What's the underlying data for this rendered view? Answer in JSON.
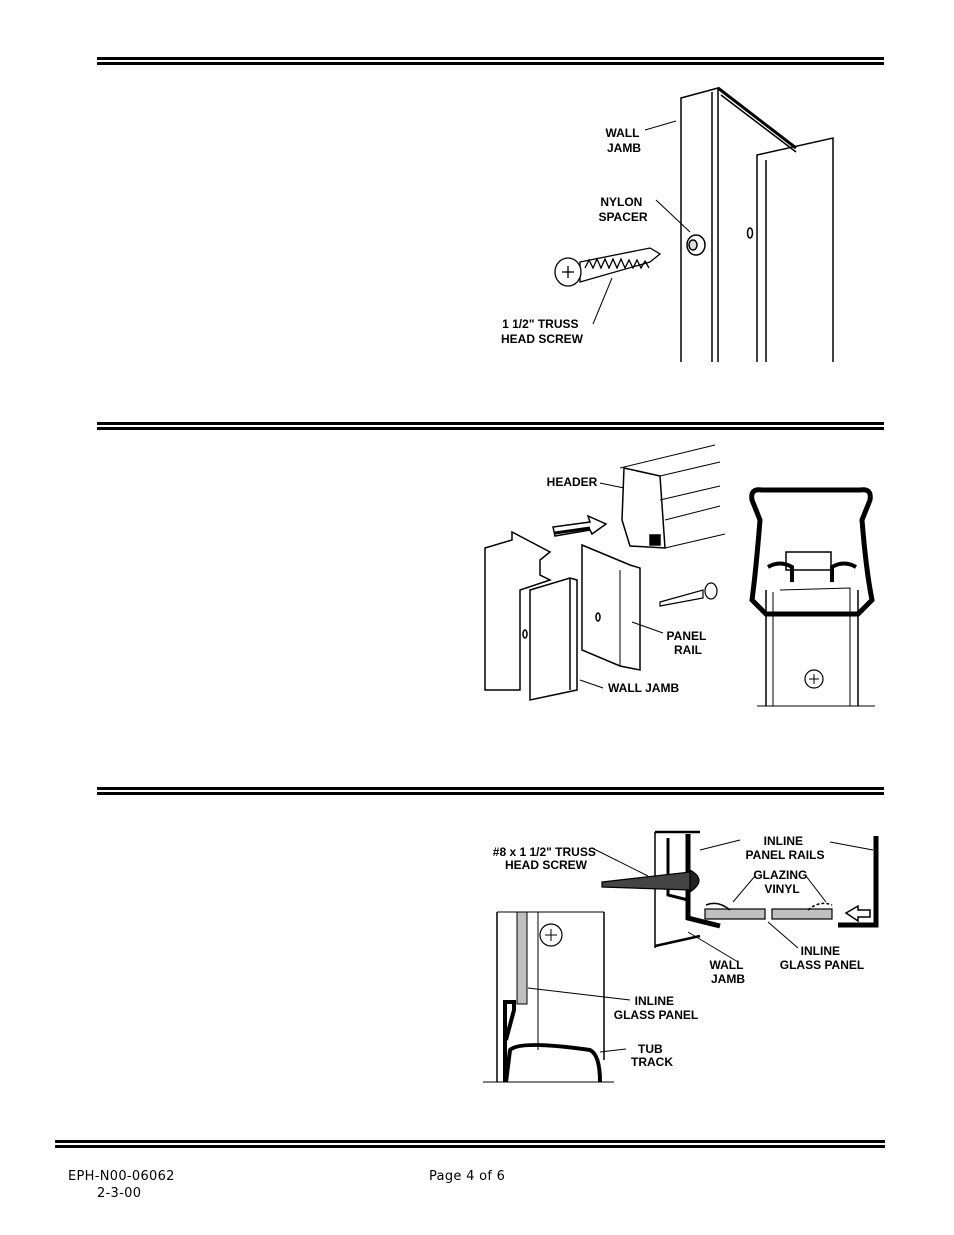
{
  "fig1": {
    "wall_jamb": [
      "WALL",
      "JAMB"
    ],
    "nylon_spacer": [
      "NYLON",
      "SPACER"
    ],
    "screw": [
      "1 1/2\" TRUSS",
      "HEAD SCREW"
    ]
  },
  "fig2": {
    "header": "HEADER",
    "panel_rail": [
      "PANEL",
      "RAIL"
    ],
    "wall_jamb": "WALL JAMB"
  },
  "fig3": {
    "screw": [
      "#8 x 1 1/2\" TRUSS",
      "HEAD SCREW"
    ],
    "inline_panel_rails": [
      "INLINE",
      "PANEL RAILS"
    ],
    "glazing_vinyl": [
      "GLAZING",
      "VINYL"
    ],
    "wall_jamb": [
      "WALL",
      "JAMB"
    ],
    "inline_glass_panel_right": [
      "INLINE",
      "GLASS PANEL"
    ],
    "inline_glass_panel_left": [
      "INLINE",
      "GLASS PANEL"
    ],
    "tub_track": [
      "TUB",
      "TRACK"
    ]
  },
  "footer": {
    "doc_number": "EPH-N00-06062",
    "date": "2-3-00",
    "page": "Page 4 of 6"
  }
}
